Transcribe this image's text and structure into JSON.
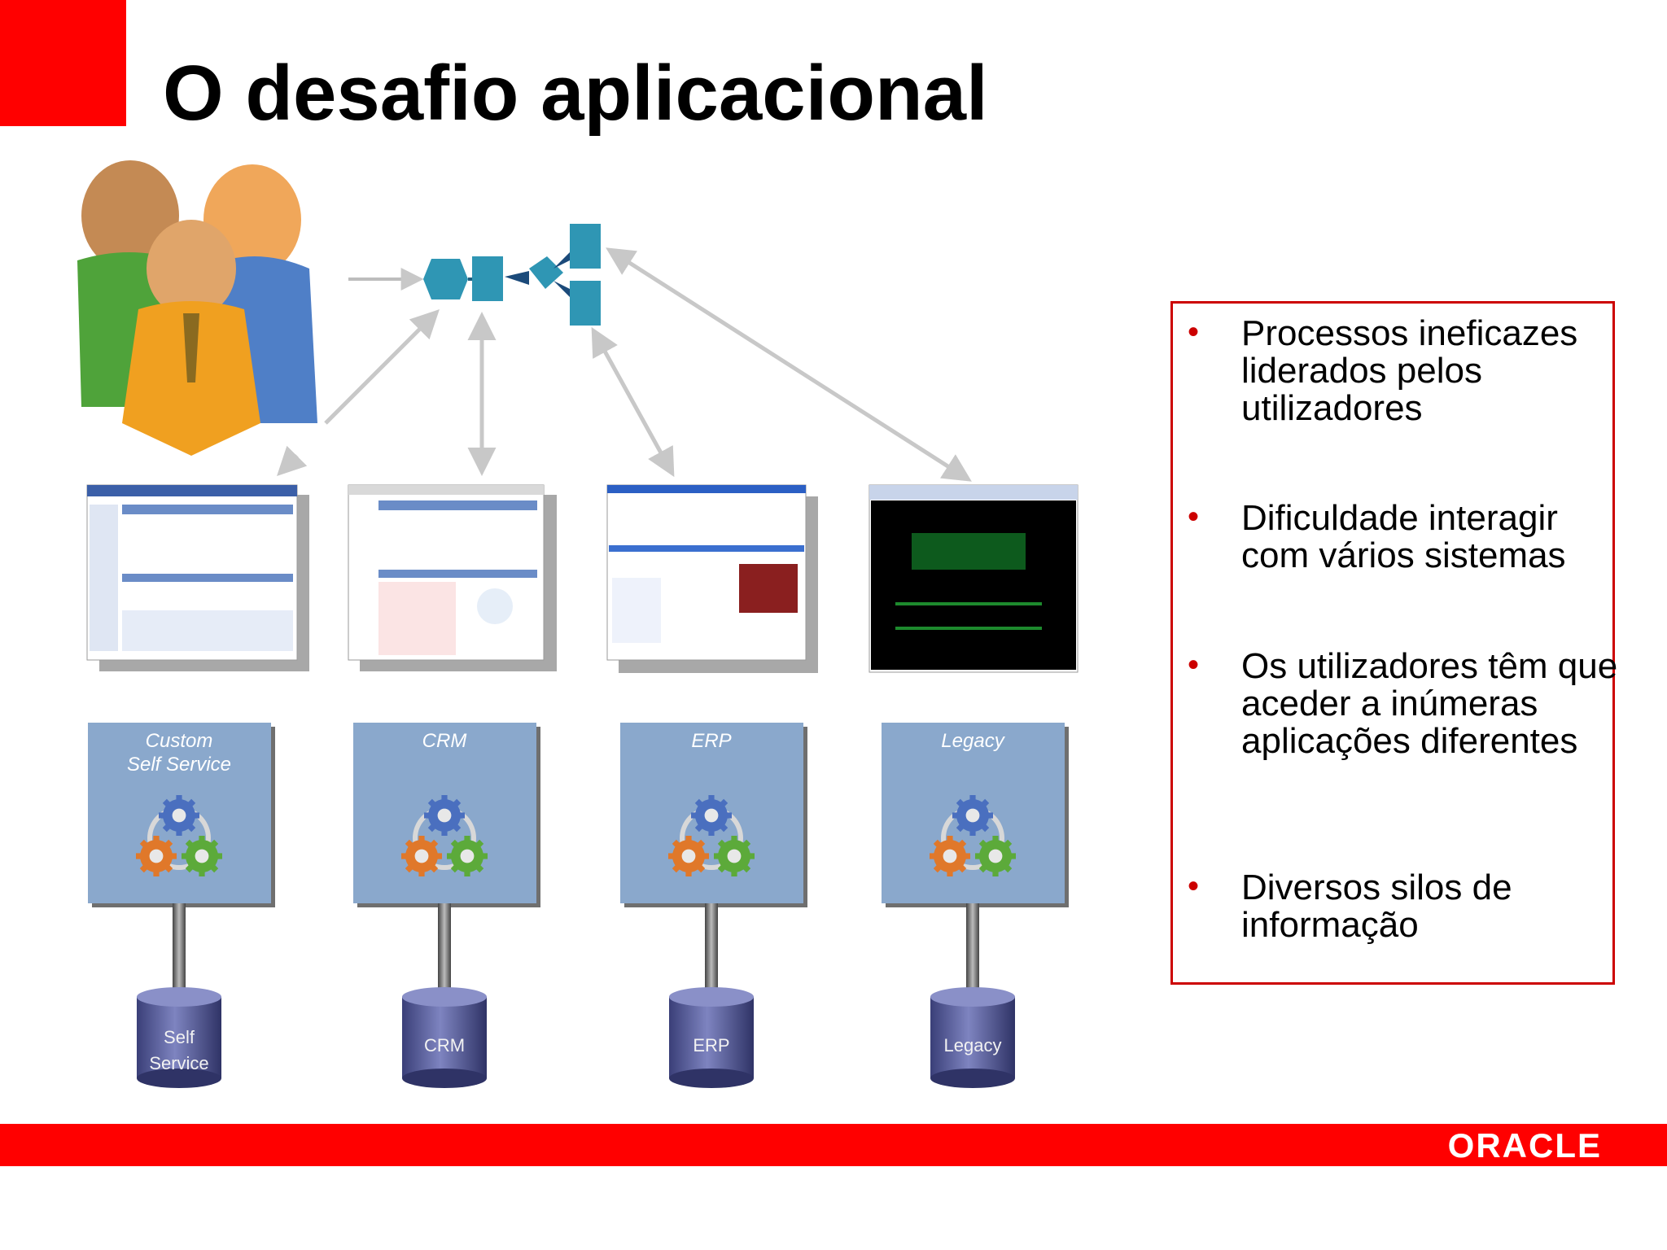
{
  "slide": {
    "title": "O desafio aplicacional",
    "logo_text": "ORACLE",
    "accent_color": "#ff0000"
  },
  "diagram": {
    "users_icon": "users-group-icon",
    "process_icon": "process-flow-icon",
    "systems": [
      {
        "app_label_line1": "Custom",
        "app_label_line2": "Self Service",
        "db_label_line1": "Self",
        "db_label_line2": "Service",
        "screen": "custom-app-screenshot"
      },
      {
        "app_label_line1": "CRM",
        "app_label_line2": "",
        "db_label_line1": "CRM",
        "db_label_line2": "",
        "screen": "crm-app-screenshot"
      },
      {
        "app_label_line1": "ERP",
        "app_label_line2": "",
        "db_label_line1": "ERP",
        "db_label_line2": "",
        "screen": "yahoo-finance-screenshot"
      },
      {
        "app_label_line1": "Legacy",
        "app_label_line2": "",
        "db_label_line1": "Legacy",
        "db_label_line2": "",
        "screen": "terminal-screenshot"
      }
    ]
  },
  "callout": {
    "bullets": [
      "Processos ineficazes liderados pelos utilizadores",
      "Dificuldade interagir com vários sistemas",
      "Os utilizadores têm que aceder a inúmeras aplicações diferentes",
      "Diversos silos de informação"
    ],
    "border_color": "#cc0000"
  }
}
